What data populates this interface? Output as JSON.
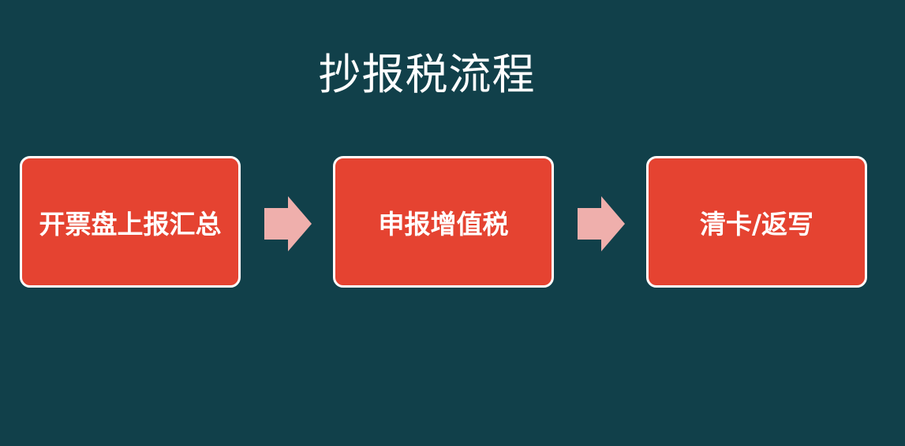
{
  "title": "抄报税流程",
  "steps": [
    {
      "label": "开票盘上报汇总"
    },
    {
      "label": "申报增值税"
    },
    {
      "label": "清卡/返写"
    }
  ],
  "colors": {
    "background": "#11404a",
    "box_fill": "#e54331",
    "box_border": "#ffffff",
    "arrow": "#efafac",
    "text": "#ffffff"
  },
  "icons": [
    "arrow-right-icon",
    "arrow-right-icon"
  ]
}
